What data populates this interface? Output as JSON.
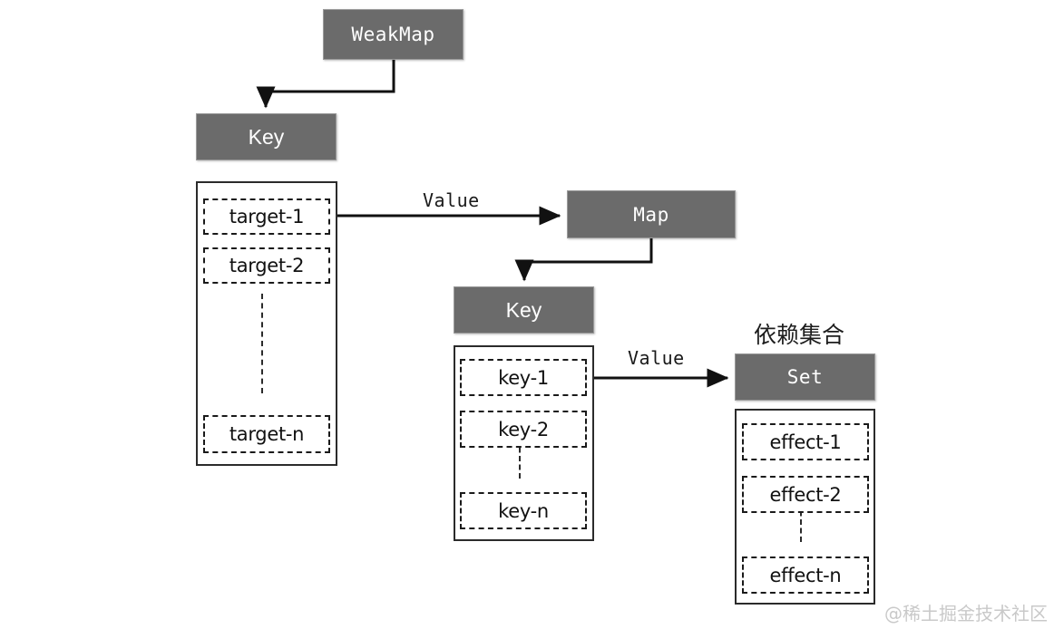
{
  "diagram": {
    "title_watermark": "@稀土掘金技术社区",
    "nodes": {
      "weakmap": {
        "label": "WeakMap"
      },
      "weakmap_key": {
        "label": "Key"
      },
      "map": {
        "label": "Map"
      },
      "map_key": {
        "label": "Key"
      },
      "set": {
        "label": "Set"
      }
    },
    "edge_labels": {
      "weakmap_value": "Value",
      "map_value": "Value"
    },
    "captions": {
      "dependency_set": "依赖集合"
    },
    "lists": {
      "targets": {
        "items": [
          "target-1",
          "target-2",
          "target-n"
        ],
        "has_ellipsis": true
      },
      "keys": {
        "items": [
          "key-1",
          "key-2",
          "key-n"
        ],
        "has_ellipsis": true
      },
      "effects": {
        "items": [
          "effect-1",
          "effect-2",
          "effect-n"
        ],
        "has_ellipsis": true
      }
    },
    "colors": {
      "node_fill": "#6b6b6b",
      "node_text": "#ffffff",
      "stroke": "#1a1a1a",
      "background": "#ffffff",
      "watermark": "#c9c9c9"
    }
  }
}
